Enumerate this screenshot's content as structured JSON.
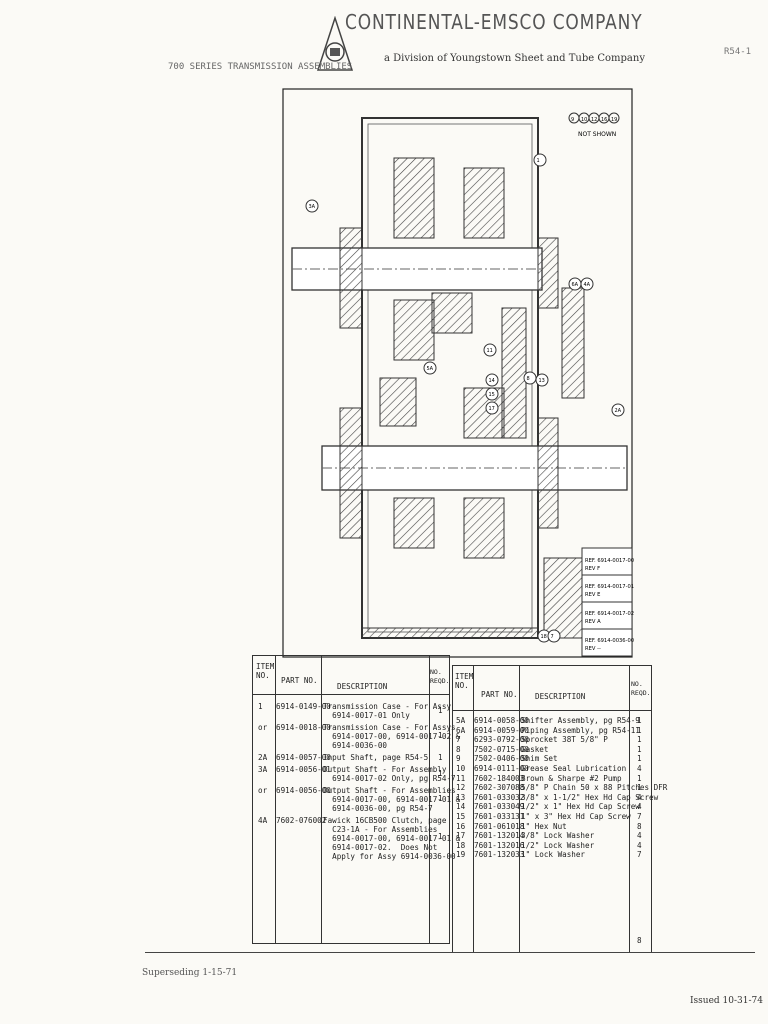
{
  "header": {
    "company": "CONTINENTAL-EMSCO COMPANY",
    "division": "a Division of  Youngstown Sheet and Tube Company",
    "left_caption": "700 SERIES TRANSMISSION ASSEMBLIES",
    "page_number": "R54-1"
  },
  "drawing": {
    "callouts_group": [
      "9",
      "10",
      "12",
      "16",
      "19"
    ],
    "not_shown": "NOT SHOWN",
    "callouts": [
      "1",
      "3A",
      "5A",
      "6A",
      "4A",
      "2A",
      "13",
      "11",
      "14",
      "15",
      "17",
      "18",
      "7",
      "8"
    ],
    "ref_box": [
      {
        "ref": "REF. 6914-0017-00",
        "rev": "REV F"
      },
      {
        "ref": "REF. 6914-0017-01",
        "rev": "REV E"
      },
      {
        "ref": "REF. 6914-0017-02",
        "rev": "REV A"
      },
      {
        "ref": "REF. 6914-0036-00",
        "rev": "REV --"
      }
    ]
  },
  "table_left": {
    "headers": {
      "item": "ITEM\nNO.",
      "part": "PART NO.",
      "desc": "DESCRIPTION",
      "reqd": "NO.\nREQD."
    },
    "rows": [
      {
        "item": "1",
        "part": "6914-0149-00",
        "desc": "Transmission Case - For Assy\n  6914-0017-01 Only",
        "reqd": "1"
      },
      {
        "item": "or",
        "part": "6914-0018-00",
        "desc": "Transmission Case - For Assys\n  6914-0017-00, 6914-0017-02 &\n  6914-0036-00",
        "reqd": "1"
      },
      {
        "item": "2A",
        "part": "6914-0057-00",
        "desc": "Input Shaft, page R54-5",
        "reqd": "1"
      },
      {
        "item": "3A",
        "part": "6914-0056-01",
        "desc": "Output Shaft - For Assembly\n  6914-0017-02 Only, pg R54-7",
        "reqd": "1"
      },
      {
        "item": "or",
        "part": "6914-0056-00",
        "desc": "Output Shaft - For Assemblies\n  6914-0017-00, 6914-0017-01 &\n  6914-0036-00, pg R54-7",
        "reqd": "1"
      },
      {
        "item": "4A",
        "part": "7602-076002",
        "desc": "Fawick 16CB500 Clutch, page\n  C23-1A - For Assemblies\n  6914-0017-00, 6914-0017-01 &\n  6914-0017-02.  Does Not\n  Apply for Assy 6914-0036-00",
        "reqd": "1"
      }
    ]
  },
  "table_right": {
    "headers": {
      "item": "ITEM\nNO.",
      "part": "PART NO.",
      "desc": "DESCRIPTION",
      "reqd": "NO.\nREQD."
    },
    "rows": [
      {
        "item": "5A",
        "part": "6914-0058-00",
        "desc": "Shifter Assembly, pg R54-9",
        "reqd": "1"
      },
      {
        "item": "6A",
        "part": "6914-0059-00",
        "desc": "Piping Assembly, pg R54-11",
        "reqd": "1"
      },
      {
        "item": "7",
        "part": "6293-0792-00",
        "desc": "Sprocket 38T 5/8\" P",
        "reqd": "1"
      },
      {
        "item": "8",
        "part": "7502-0715-00",
        "desc": "Gasket",
        "reqd": "1"
      },
      {
        "item": "9",
        "part": "7502-0406-00",
        "desc": "Shim Set",
        "reqd": "1"
      },
      {
        "item": "10",
        "part": "6914-0111-00",
        "desc": "Grease Seal Lubrication",
        "reqd": "4"
      },
      {
        "item": "11",
        "part": "7602-184003",
        "desc": "Brown & Sharpe #2 Pump",
        "reqd": "1"
      },
      {
        "item": "12",
        "part": "7602-307088",
        "desc": "5/8\" P Chain 50 x 88 Pitches DFR",
        "reqd": "1"
      },
      {
        "item": "13",
        "part": "7601-033032",
        "desc": "3/8\" x 1-1/2\" Hex Hd Cap Screw",
        "reqd": "4"
      },
      {
        "item": "14",
        "part": "7601-033049",
        "desc": "1/2\" x 1\" Hex Hd Cap Screw",
        "reqd": "4"
      },
      {
        "item": "15",
        "part": "7601-033131",
        "desc": "1\" x 3\" Hex Hd Cap Screw",
        "reqd": "7"
      },
      {
        "item": "16",
        "part": "7601-061018",
        "desc": "1\" Hex Nut",
        "reqd": "8"
      },
      {
        "item": "17",
        "part": "7601-132014",
        "desc": "3/8\" Lock Washer",
        "reqd": "4"
      },
      {
        "item": "18",
        "part": "7601-132016",
        "desc": "1/2\" Lock Washer",
        "reqd": "4"
      },
      {
        "item": "19",
        "part": "7601-132033",
        "desc": "1\" Lock Washer",
        "reqd": "7"
      }
    ],
    "extra_reqd": "8"
  },
  "footer": {
    "superseding": "Superseding  1-15-71",
    "issued": "Issued  10-31-74"
  }
}
